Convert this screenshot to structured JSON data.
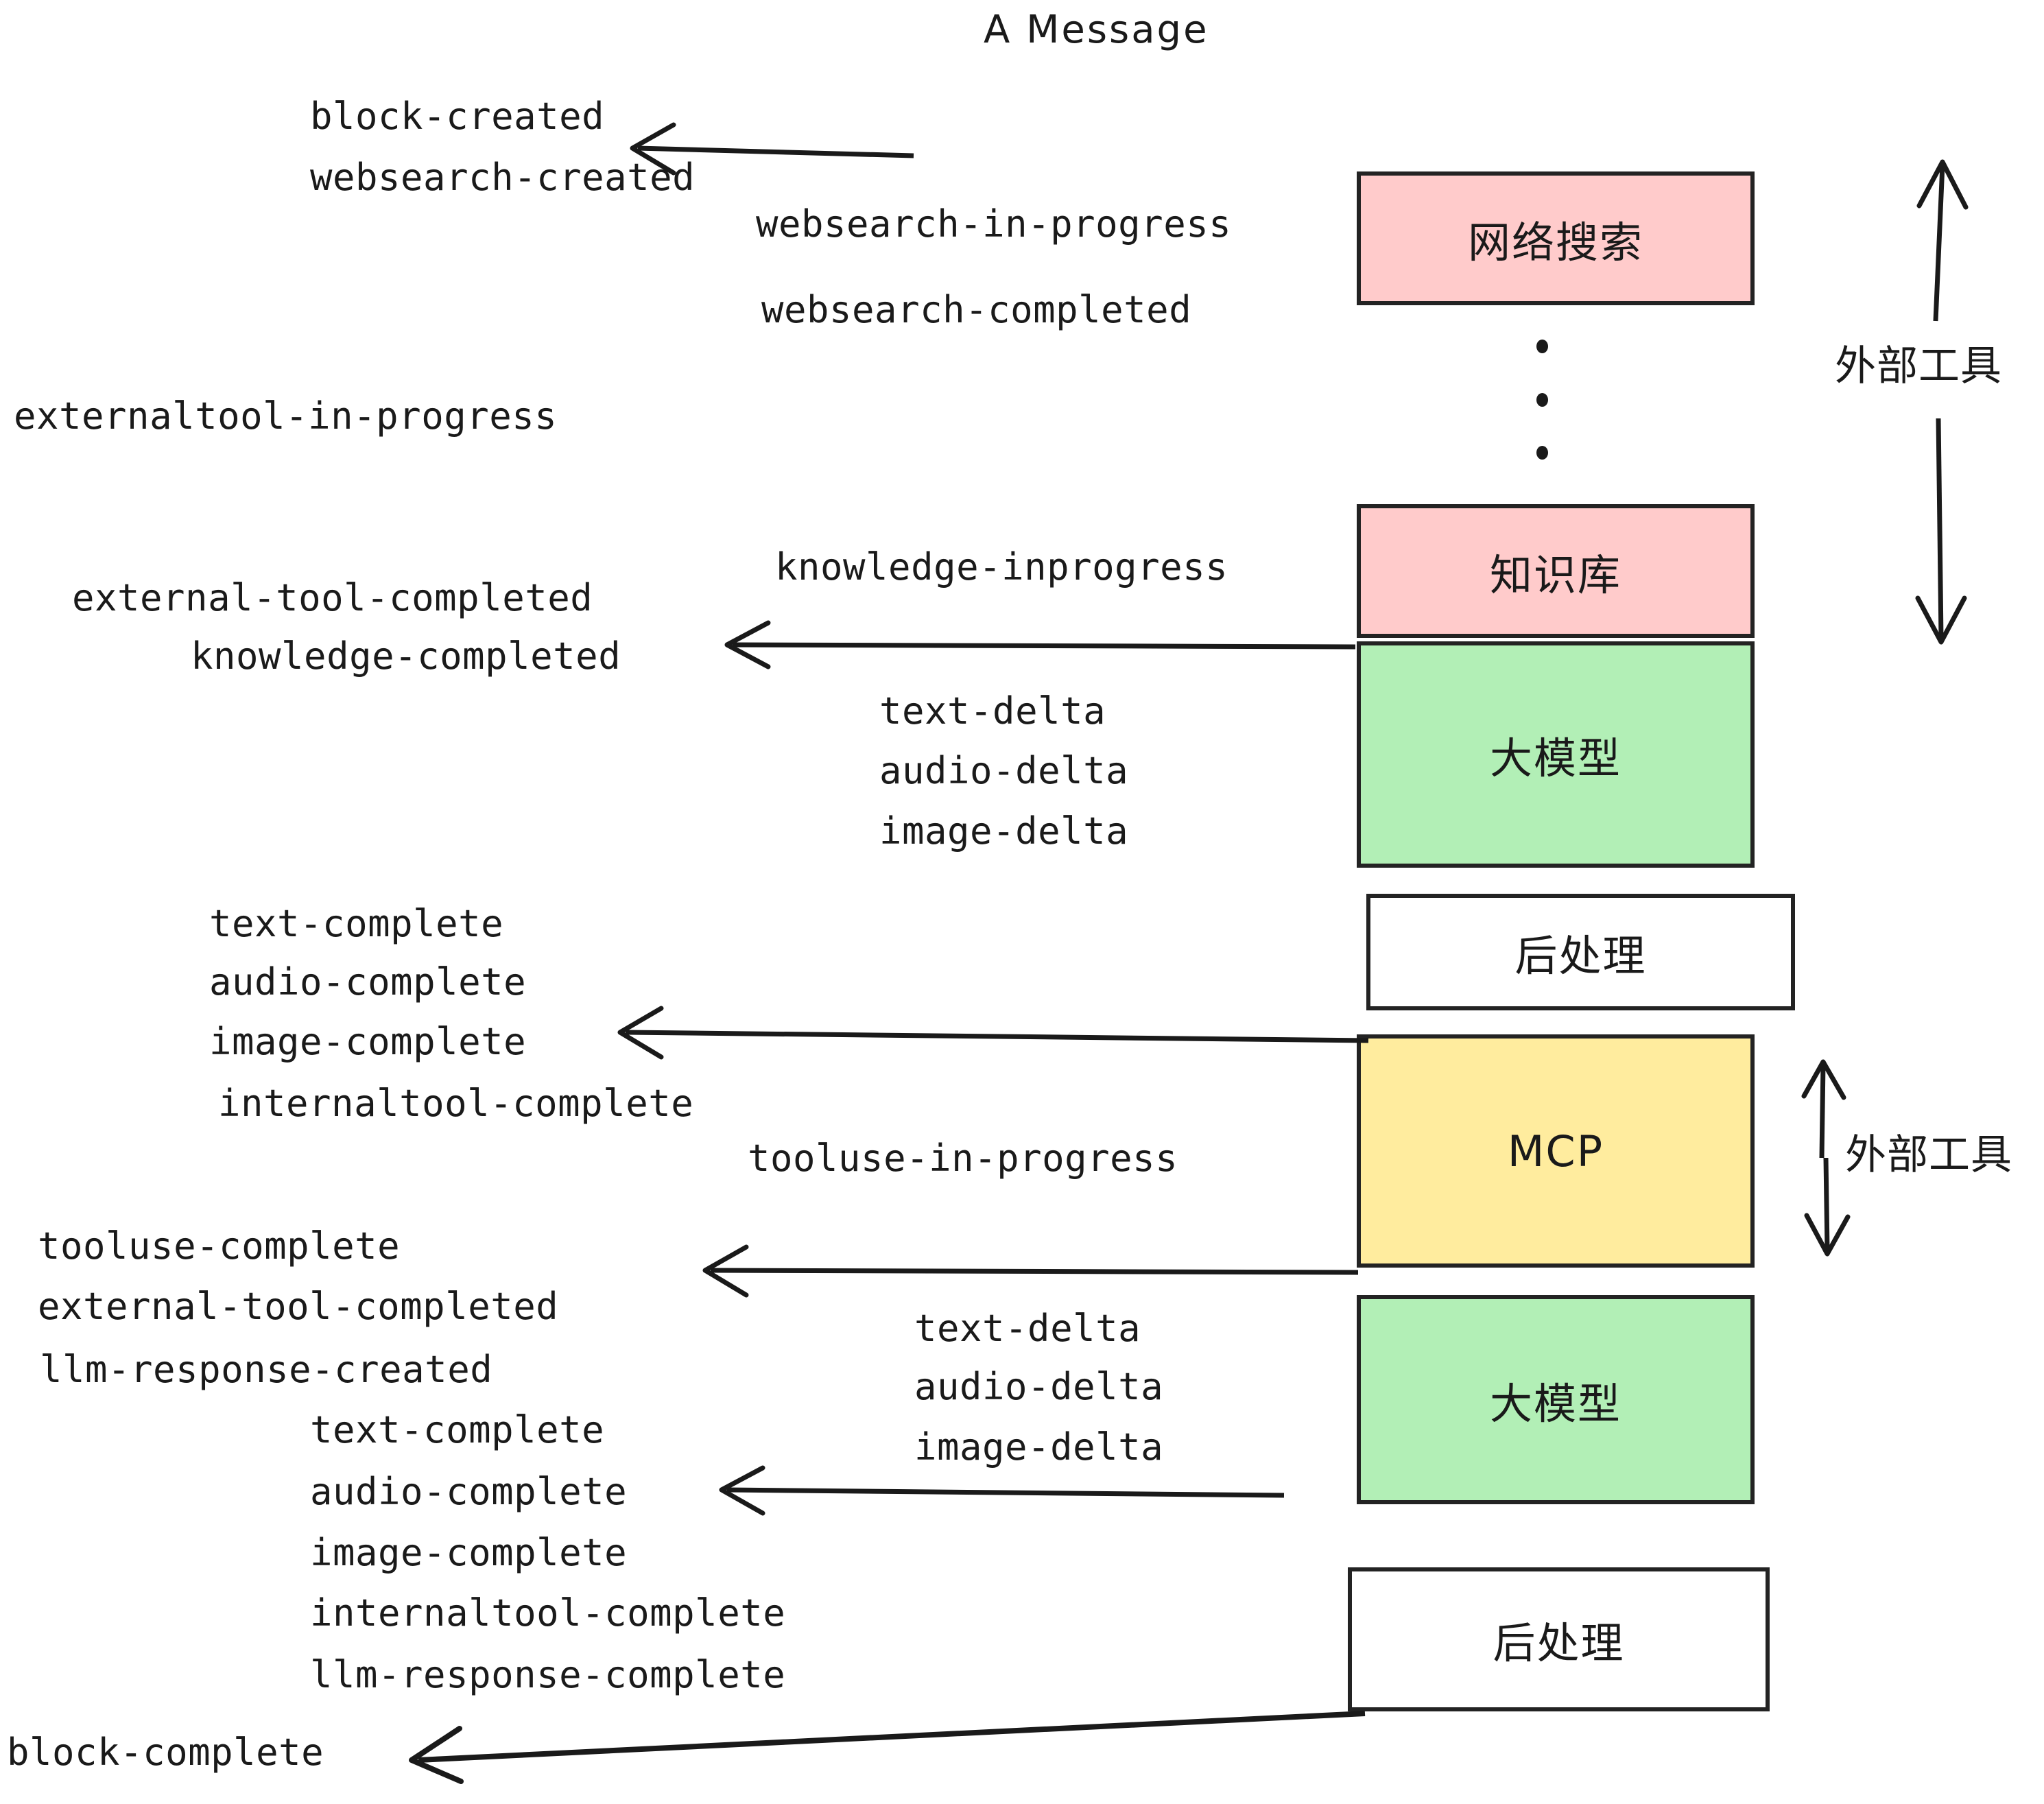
{
  "title": "A Message",
  "colors": {
    "pink": "#FFCBCB",
    "green": "#B2EFB6",
    "yellow": "#FFEC9E",
    "white": "#FFFFFF",
    "stroke": "#232323",
    "text": "#1A1A1A"
  },
  "boxes": [
    {
      "id": "websearch",
      "label": "网络搜索",
      "fill": "#FFCBCB"
    },
    {
      "id": "knowledge",
      "label": "知识库",
      "fill": "#FFCBCB"
    },
    {
      "id": "llm-1",
      "label": "大模型",
      "fill": "#B2EFB6"
    },
    {
      "id": "postprocess-1",
      "label": "后处理",
      "fill": "#FFFFFF"
    },
    {
      "id": "mcp",
      "label": "MCP",
      "fill": "#FFEC9E"
    },
    {
      "id": "llm-2",
      "label": "大模型",
      "fill": "#B2EFB6"
    },
    {
      "id": "postprocess-2",
      "label": "后处理",
      "fill": "#FFFFFF"
    }
  ],
  "side_labels": [
    {
      "id": "external-tool-top",
      "text": "外部工具"
    },
    {
      "id": "external-tool-bottom",
      "text": "外部工具"
    }
  ],
  "events": [
    {
      "id": "block-created",
      "text": "block-created"
    },
    {
      "id": "websearch-created",
      "text": "websearch-created"
    },
    {
      "id": "websearch-in-progress",
      "text": "websearch-in-progress"
    },
    {
      "id": "websearch-completed",
      "text": "websearch-completed"
    },
    {
      "id": "externaltool-in-progress",
      "text": "externaltool-in-progress"
    },
    {
      "id": "knowledge-inprogress",
      "text": "knowledge-inprogress"
    },
    {
      "id": "external-tool-completed-1",
      "text": "external-tool-completed"
    },
    {
      "id": "knowledge-completed",
      "text": "knowledge-completed"
    },
    {
      "id": "text-delta-1",
      "text": "text-delta"
    },
    {
      "id": "audio-delta-1",
      "text": "audio-delta"
    },
    {
      "id": "image-delta-1",
      "text": "image-delta"
    },
    {
      "id": "text-complete-1",
      "text": "text-complete"
    },
    {
      "id": "audio-complete-1",
      "text": "audio-complete"
    },
    {
      "id": "image-complete-1",
      "text": "image-complete"
    },
    {
      "id": "internaltool-complete-1",
      "text": "internaltool-complete"
    },
    {
      "id": "tooluse-in-progress",
      "text": "tooluse-in-progress"
    },
    {
      "id": "tooluse-complete",
      "text": "tooluse-complete"
    },
    {
      "id": "external-tool-completed-2",
      "text": "external-tool-completed"
    },
    {
      "id": "llm-response-created",
      "text": "llm-response-created"
    },
    {
      "id": "text-delta-2",
      "text": "text-delta"
    },
    {
      "id": "audio-delta-2",
      "text": "audio-delta"
    },
    {
      "id": "image-delta-2",
      "text": "image-delta"
    },
    {
      "id": "text-complete-2",
      "text": "text-complete"
    },
    {
      "id": "audio-complete-2",
      "text": "audio-complete"
    },
    {
      "id": "image-complete-2",
      "text": "image-complete"
    },
    {
      "id": "internaltool-complete-2",
      "text": "internaltool-complete"
    },
    {
      "id": "llm-response-complete",
      "text": "llm-response-complete"
    },
    {
      "id": "block-complete",
      "text": "block-complete"
    }
  ]
}
